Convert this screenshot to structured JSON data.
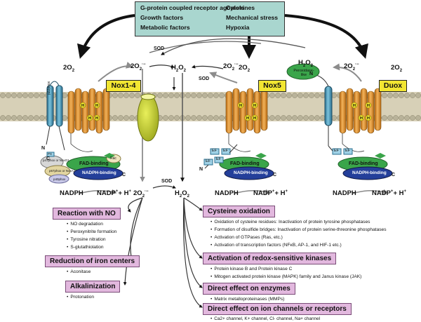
{
  "stimuli": {
    "left": [
      "G-protein coupled receptor agonists",
      "Growth factors",
      "Metabolic factors"
    ],
    "right": [
      "Cytokines",
      "Mechanical stress",
      "Hypoxia"
    ]
  },
  "enzymes": {
    "nox14": "Nox1-4",
    "nox5": "Nox5",
    "duox": "Duox"
  },
  "molecules": {
    "o2": "2O",
    "o2_sub": "2",
    "superoxide": "2O",
    "superoxide_sup": "·−",
    "h2o2": "H",
    "h2o2_mid": "2",
    "h2o2_end": "O",
    "h2o2_sub": "2",
    "sod": "SOD",
    "nadph": "NADPH",
    "nadp_plus_h": "NADP",
    "nadp_rest": "+ H",
    "plus": "+"
  },
  "domains": {
    "fad": "FAD-binding",
    "nadph_binding": "NADPH-binding",
    "peroxidase": "Peroxidase-like",
    "ef": "EF",
    "heme": "H",
    "n_term": "N",
    "c_term": "C"
  },
  "subunits": {
    "p22phox": "p22phox",
    "p47": "p47phox or NoxO1",
    "p67": "p67phox or NoxA1",
    "p40": "p40phox",
    "rac": "Rac",
    "pb": "PX"
  },
  "effects": {
    "no": {
      "title": "Reaction with NO",
      "items": [
        "NO degradation",
        "Peroxynitrite formation",
        "Tyrosine nitration",
        "S-glutathiolation"
      ]
    },
    "iron": {
      "title": "Reduction of iron centers",
      "items": [
        "Aconitase"
      ]
    },
    "alkal": {
      "title": "Alkalinization",
      "items": [
        "Protonation"
      ]
    },
    "cys": {
      "title": "Cysteine oxidation",
      "items": [
        "Oxidation of cysteine residues: Inactivation of protein tyrosine phosphatases",
        "Formation of disulfide bridges: Inactivation of protein serine-threonine phosphatases",
        "Activation of GTPases (Ras, etc.)",
        "Activation of transcription factors (NFκB, AP-1, and HIF-1 etc.)"
      ]
    },
    "kin": {
      "title": "Activation of redox-sensitive kinases",
      "items": [
        "Protein kinase B and Protein kinase C",
        "Mitogen activated protein kinase (MAPK) family and Janus kinase (JAK)"
      ]
    },
    "enz": {
      "title": "Direct effect on enzymes",
      "items": [
        "Matrix metalloproteinases (MMPs)"
      ]
    },
    "chan": {
      "title": "Direct effect on ion channels or receptors",
      "items": [
        "Ca2+ channel, K+ channel, Cl- channel, Na+ channel"
      ]
    }
  },
  "colors": {
    "membrane": "#c9c1a4",
    "helix": "#e69a37",
    "fad": "#3aa54a",
    "nadph": "#243f9a",
    "pink": "#e2b8de",
    "teal": "#a9d6cf",
    "channel": "#c9d62f",
    "p22": "#56a7c4"
  }
}
